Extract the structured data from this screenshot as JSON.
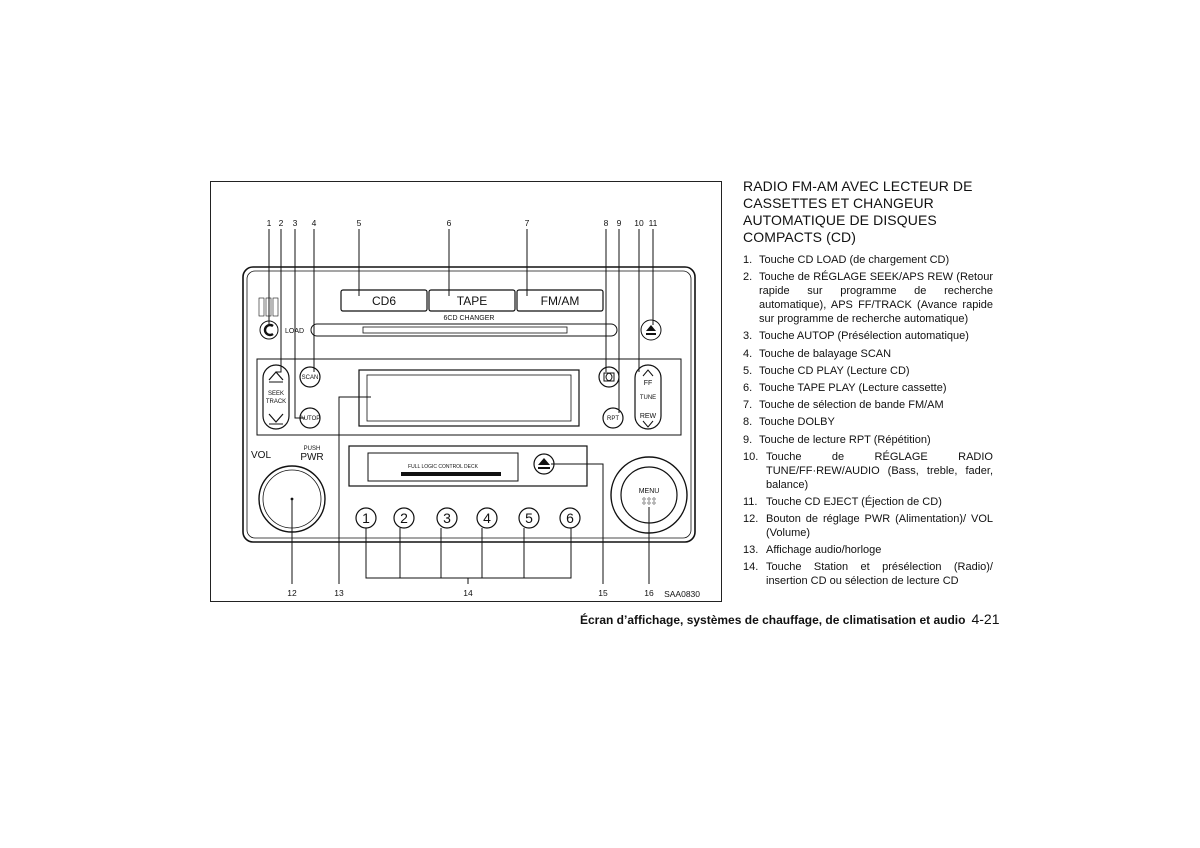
{
  "figure": {
    "code": "SAA0830",
    "callouts_top": [
      "1",
      "2",
      "3",
      "4",
      "5",
      "6",
      "7",
      "8",
      "9",
      "10",
      "11"
    ],
    "callouts_bottom": [
      "12",
      "13",
      "14",
      "15",
      "16"
    ],
    "panel": {
      "cd6": "CD6",
      "tape": "TAPE",
      "fm_am": "FM/AM",
      "changer": "6CD CHANGER",
      "load": "LOAD",
      "scan": "SCAN",
      "autop": "AUTOP",
      "seek": "SEEK",
      "track": "TRACK",
      "rpt": "RPT",
      "ff": "FF",
      "tune": "TUNE",
      "rew": "REW",
      "vol": "VOL",
      "push": "PUSH",
      "pwr": "PWR",
      "deck": "FULL LOGIC CONTROL DECK",
      "menu": "MENU",
      "presets": [
        "1",
        "2",
        "3",
        "4",
        "5",
        "6"
      ]
    }
  },
  "section": {
    "title": "RADIO FM-AM AVEC LECTEUR DE CASSETTES ET CHANGEUR AUTOMATIQUE DE DISQUES COMPACTS (CD)",
    "items": [
      {
        "num": "1.",
        "text": "Touche CD LOAD (de chargement CD)"
      },
      {
        "num": "2.",
        "text": "Touche de RÉGLAGE SEEK/APS REW (Retour rapide sur programme de recherche automatique), APS FF/TRACK (Avance rapide sur programme de recherche automatique)"
      },
      {
        "num": "3.",
        "text": "Touche AUTOP (Présélection automatique)"
      },
      {
        "num": "4.",
        "text": "Touche de balayage SCAN"
      },
      {
        "num": "5.",
        "text": "Touche CD PLAY (Lecture CD)"
      },
      {
        "num": "6.",
        "text": "Touche TAPE PLAY (Lecture cassette)"
      },
      {
        "num": "7.",
        "text": "Touche de sélection de bande FM/AM"
      },
      {
        "num": "8.",
        "text": "Touche DOLBY"
      },
      {
        "num": "9.",
        "text": "Touche de lecture RPT (Répétition)"
      },
      {
        "num": "10.",
        "text": "Touche de RÉGLAGE RADIO TUNE/FF·REW/AUDIO (Bass, treble, fader, balance)"
      },
      {
        "num": "11.",
        "text": "Touche CD EJECT (Éjection de CD)"
      },
      {
        "num": "12.",
        "text": "Bouton de réglage PWR (Alimentation)/ VOL (Volume)"
      },
      {
        "num": "13.",
        "text": "Affichage audio/horloge"
      },
      {
        "num": "14.",
        "text": "Touche Station et présélection (Radio)/ insertion CD ou sélection de lecture CD"
      }
    ]
  },
  "footer": {
    "text": "Écran d’affichage, systèmes de chauffage, de climatisation et audio",
    "page": "4-21"
  }
}
